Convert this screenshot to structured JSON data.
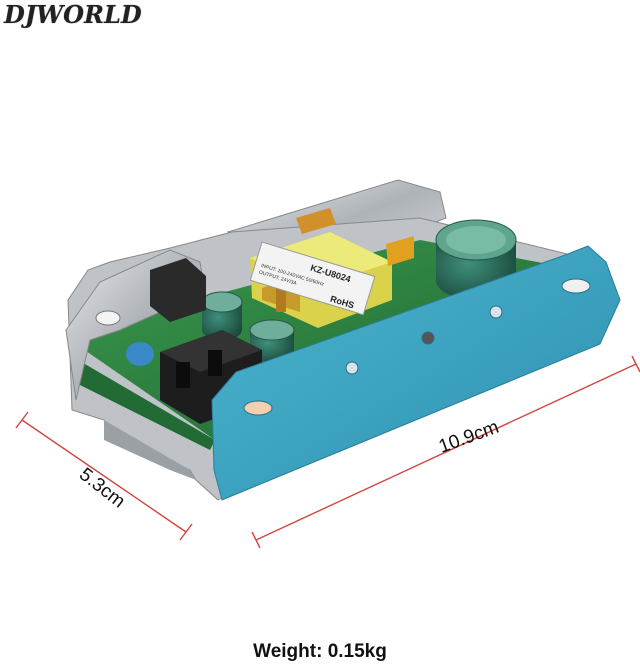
{
  "brand": {
    "logo_text": "DJWORLD"
  },
  "product": {
    "label_model": "KZ-U8024",
    "label_line1": "INPUT: 100-240VAC 50/60Hz",
    "label_line2": "OUTPUT: 24V/3A",
    "label_rohs": "RoHS"
  },
  "dimensions": {
    "width": "10.9cm",
    "depth": "5.3cm"
  },
  "weight": "Weight: 0.15kg",
  "colors": {
    "bracket": "#3fa7c4",
    "pcb": "#2c7a3c",
    "metal": "#c9ccd0",
    "dim_line": "#d0463e"
  }
}
